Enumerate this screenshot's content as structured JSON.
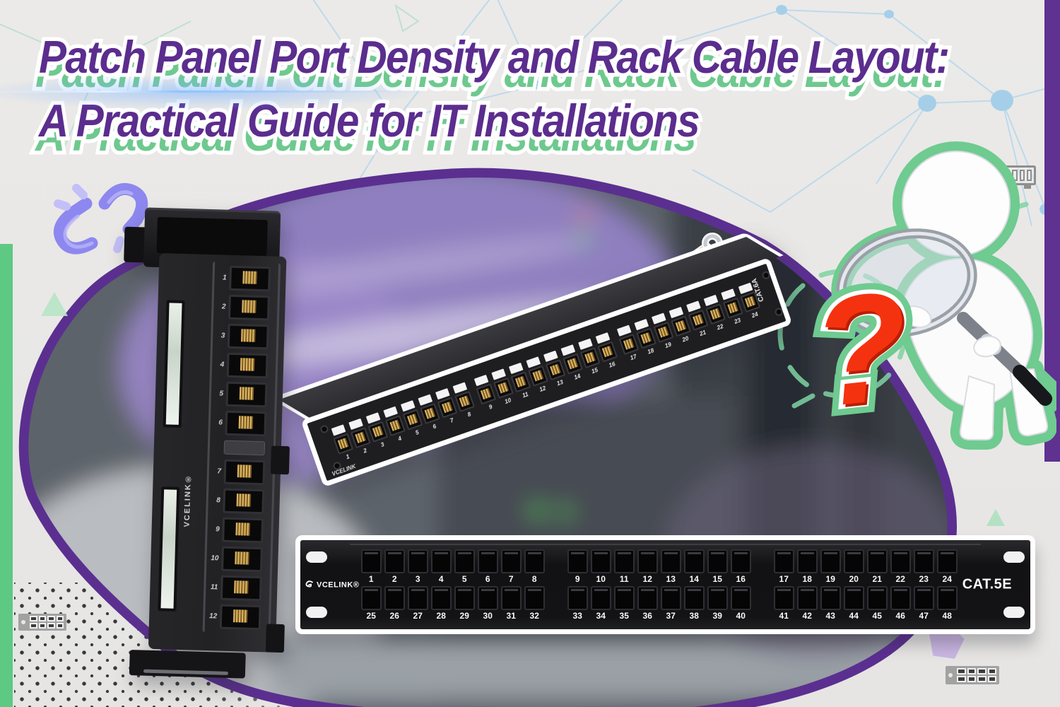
{
  "title": {
    "line1": "Patch Panel Port Density and Rack Cable Layout:",
    "line2": "A Practical Guide for IT Installations"
  },
  "question_mark": "?",
  "brand": {
    "name": "VCELINK®",
    "short": "VCELINK"
  },
  "panel_vertical": {
    "description": "12-port vertical wall-mount patch panel",
    "brand": "VCELINK®",
    "ports_top": [
      "1",
      "2",
      "3",
      "4",
      "5",
      "6"
    ],
    "ports_bottom": [
      "7",
      "8",
      "9",
      "10",
      "11",
      "12"
    ]
  },
  "panel_cat6a": {
    "label": "CAT.6A",
    "brand": "VCELINK",
    "groups": [
      [
        "1",
        "2",
        "3",
        "4",
        "5",
        "6",
        "7",
        "8"
      ],
      [
        "9",
        "10",
        "11",
        "12",
        "13",
        "14",
        "15",
        "16"
      ],
      [
        "17",
        "18",
        "19",
        "20",
        "21",
        "22",
        "23",
        "24"
      ]
    ]
  },
  "panel_cat5e": {
    "label": "CAT.5E",
    "brand": "VCELINK®",
    "groups_top": [
      [
        "1",
        "2",
        "3",
        "4",
        "5",
        "6",
        "7",
        "8"
      ],
      [
        "9",
        "10",
        "11",
        "12",
        "13",
        "14",
        "15",
        "16"
      ],
      [
        "17",
        "18",
        "19",
        "20",
        "21",
        "22",
        "23",
        "24"
      ]
    ],
    "groups_bottom": [
      [
        "25",
        "26",
        "27",
        "28",
        "29",
        "30",
        "31",
        "32"
      ],
      [
        "33",
        "34",
        "35",
        "36",
        "37",
        "38",
        "39",
        "40"
      ],
      [
        "41",
        "42",
        "43",
        "44",
        "45",
        "46",
        "47",
        "48"
      ]
    ]
  },
  "colors": {
    "title_purple": "#5b2d8e",
    "title_shadow_green": "#6ec98e",
    "blob_border_purple": "#5b2f90",
    "left_bar_green": "#5ec983",
    "right_band_purple": "#5f3191",
    "question_red": "#f5320f",
    "figure_outline_green": "#6fcb90",
    "plexus_blue": "#a9d3ee",
    "panel_black": "#161619",
    "link_icon_purple": "#8d88ef"
  },
  "icons": {
    "broken_link": "broken-chain-link",
    "magnifier_figure": "3d-figure-with-magnifying-glass",
    "mini_patch_panel": "patch-panel-pictogram",
    "mini_switch": "network-switch-pictogram"
  }
}
